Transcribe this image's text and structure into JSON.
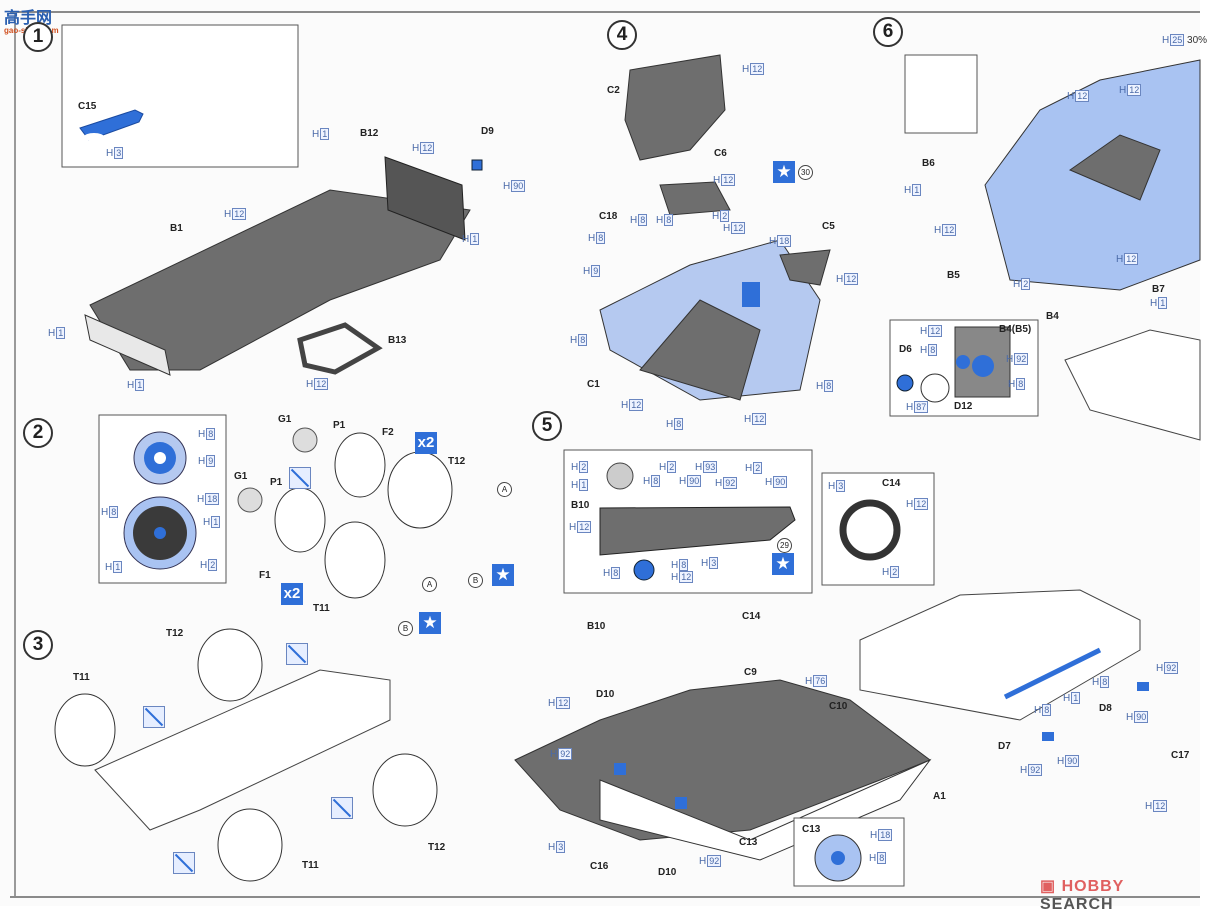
{
  "watermark": {
    "title": "高手网",
    "site": "gao-shou.com"
  },
  "footer_brand": {
    "part1": "HOBBY",
    "part2": "SEARCH"
  },
  "header_note": {
    "paint": "H",
    "code": "25",
    "pct": "30%"
  },
  "colors": {
    "accent_blue": "#2f6fd8",
    "light_blue": "#a9c3f2",
    "part_gray": "#707070",
    "paint_label": "#4a6aa8"
  },
  "steps": [
    {
      "number": "1",
      "parts": [
        "C15",
        "B1",
        "B12",
        "D9",
        "B13"
      ],
      "callouts": [
        {
          "part": "C15",
          "paint": "H",
          "code": "3"
        },
        {
          "part": "B12",
          "paint": "H",
          "code": "12"
        },
        {
          "part": "D9",
          "paint": "H",
          "code": "90"
        },
        {
          "part": "B1-top",
          "paint": "H",
          "code": "1"
        },
        {
          "part": "B1-right",
          "paint": "H",
          "code": "1"
        },
        {
          "part": "B1",
          "paint": "H",
          "code": "12"
        },
        {
          "part": "B1-left",
          "paint": "H",
          "code": "1"
        },
        {
          "part": "B1-front",
          "paint": "H",
          "code": "1"
        },
        {
          "part": "B13",
          "paint": "H",
          "code": "12"
        }
      ]
    },
    {
      "number": "2",
      "parts": [
        "G1",
        "P1",
        "F2",
        "T12",
        "G1",
        "P1",
        "F1",
        "T11"
      ],
      "multipliers": [
        "x2",
        "x2"
      ],
      "tyre_markers": [
        "A",
        "B",
        "A",
        "B"
      ],
      "wheel_callouts": [
        {
          "paint": "H",
          "code": "8"
        },
        {
          "paint": "H",
          "code": "9"
        },
        {
          "paint": "H",
          "code": "18"
        },
        {
          "paint": "H",
          "code": "8"
        },
        {
          "paint": "H",
          "code": "1"
        },
        {
          "paint": "H",
          "code": "1"
        },
        {
          "paint": "H",
          "code": "2"
        }
      ]
    },
    {
      "number": "3",
      "parts": [
        "T12",
        "T11",
        "T11",
        "T12"
      ]
    },
    {
      "number": "4",
      "parts": [
        "C2",
        "C6",
        "C18",
        "C5",
        "C1"
      ],
      "decal": "30",
      "callouts": [
        {
          "paint": "H",
          "code": "12"
        },
        {
          "paint": "H",
          "code": "12"
        },
        {
          "paint": "H",
          "code": "8"
        },
        {
          "paint": "H",
          "code": "8"
        },
        {
          "paint": "H",
          "code": "2"
        },
        {
          "paint": "H",
          "code": "12"
        },
        {
          "paint": "H",
          "code": "8"
        },
        {
          "paint": "H",
          "code": "18"
        },
        {
          "paint": "H",
          "code": "9"
        },
        {
          "paint": "H",
          "code": "12"
        },
        {
          "paint": "H",
          "code": "8"
        },
        {
          "paint": "H",
          "code": "8"
        },
        {
          "paint": "H",
          "code": "12"
        },
        {
          "paint": "H",
          "code": "12"
        },
        {
          "paint": "H",
          "code": "8"
        }
      ]
    },
    {
      "number": "5",
      "parts": [
        "B10",
        "C14",
        "B10",
        "C14",
        "D10",
        "C9",
        "C10",
        "C16",
        "D10",
        "C13",
        "A1",
        "C13"
      ],
      "decal": "29",
      "dash_callouts": [
        {
          "paint": "H",
          "code": "2"
        },
        {
          "paint": "H",
          "code": "1"
        },
        {
          "paint": "H",
          "code": "8"
        },
        {
          "paint": "H",
          "code": "2"
        },
        {
          "paint": "H",
          "code": "90"
        },
        {
          "paint": "H",
          "code": "93"
        },
        {
          "paint": "H",
          "code": "92"
        },
        {
          "paint": "H",
          "code": "2"
        },
        {
          "paint": "H",
          "code": "90"
        },
        {
          "paint": "H",
          "code": "12"
        },
        {
          "paint": "H",
          "code": "3"
        },
        {
          "paint": "H",
          "code": "8"
        },
        {
          "paint": "H",
          "code": "12"
        },
        {
          "paint": "H",
          "code": "8"
        }
      ],
      "wheel_callouts": [
        {
          "paint": "H",
          "code": "3"
        },
        {
          "paint": "H",
          "code": "12"
        },
        {
          "paint": "H",
          "code": "2"
        }
      ],
      "tub_callouts": [
        {
          "paint": "H",
          "code": "12"
        },
        {
          "paint": "H",
          "code": "76"
        },
        {
          "paint": "H",
          "code": "92"
        },
        {
          "paint": "H",
          "code": "3"
        },
        {
          "paint": "H",
          "code": "92"
        }
      ],
      "c13_callouts": [
        {
          "paint": "H",
          "code": "18"
        },
        {
          "paint": "H",
          "code": "8"
        }
      ],
      "tail_parts": [
        "D8",
        "D7",
        "C17"
      ],
      "tail_callouts": [
        {
          "paint": "H",
          "code": "92"
        },
        {
          "paint": "H",
          "code": "8"
        },
        {
          "paint": "H",
          "code": "1"
        },
        {
          "paint": "H",
          "code": "8"
        },
        {
          "paint": "H",
          "code": "90"
        },
        {
          "paint": "H",
          "code": "92"
        },
        {
          "paint": "H",
          "code": "90"
        },
        {
          "paint": "H",
          "code": "12"
        }
      ]
    },
    {
      "number": "6",
      "parts": [
        "B6",
        "B5",
        "B7",
        "B4",
        "B4(B5)",
        "D6",
        "D12"
      ],
      "callouts": [
        {
          "paint": "H",
          "code": "12"
        },
        {
          "paint": "H",
          "code": "12"
        },
        {
          "paint": "H",
          "code": "1"
        },
        {
          "paint": "H",
          "code": "12"
        },
        {
          "paint": "H",
          "code": "12"
        },
        {
          "paint": "H",
          "code": "2"
        },
        {
          "paint": "H",
          "code": "1"
        },
        {
          "paint": "H",
          "code": "12"
        },
        {
          "paint": "H",
          "code": "8"
        },
        {
          "paint": "H",
          "code": "92"
        },
        {
          "paint": "H",
          "code": "8"
        },
        {
          "paint": "H",
          "code": "87"
        }
      ]
    }
  ]
}
